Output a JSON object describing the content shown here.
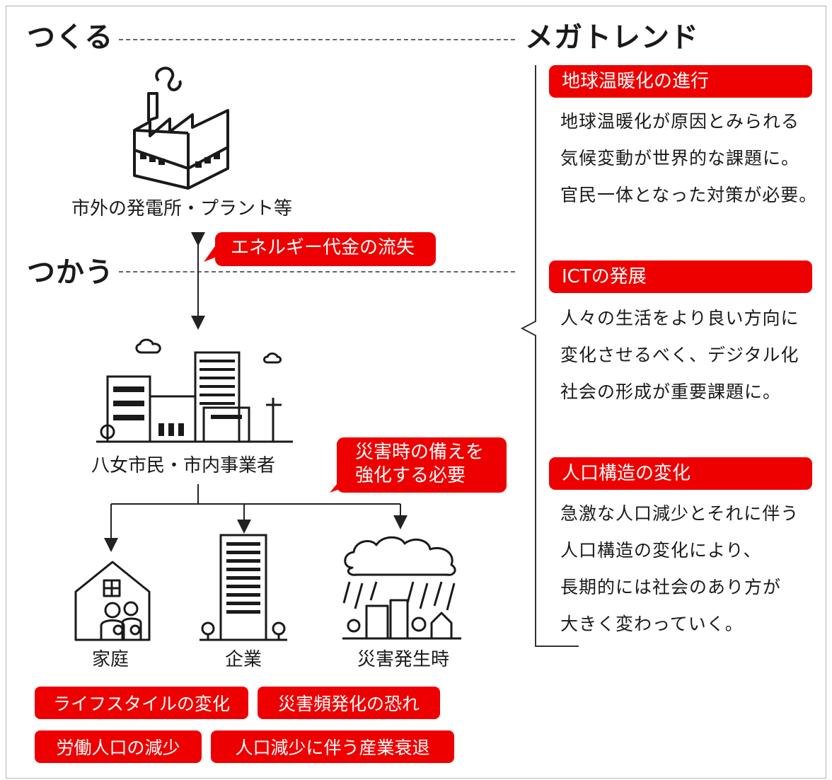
{
  "headings": {
    "make": "つくる",
    "use": "つかう",
    "megatrend": "メガトレンド"
  },
  "nodes": {
    "plant": "市外の発電所・プラント等",
    "citizens": "八女市民・市内事業者",
    "home": "家庭",
    "company": "企業",
    "disaster": "災害発生時"
  },
  "callouts": {
    "energy_outflow": "エネルギー代金の流失",
    "disaster_prep": [
      "災害時の備えを",
      "強化する必要"
    ]
  },
  "issues": [
    "ライフスタイルの変化",
    "災害頻発化の恐れ",
    "労働人口の減少",
    "人口減少に伴う産業衰退"
  ],
  "megatrends": [
    {
      "title": "地球温暖化の進行",
      "lines": [
        "地球温暖化が原因とみられる",
        "気候変動が世界的な課題に。",
        "官民一体となった対策が必要。"
      ]
    },
    {
      "title": "ICTの発展",
      "lines": [
        "人々の生活をより良い方向に",
        "変化させるべく、デジタル化",
        "社会の形成が重要課題に。"
      ]
    },
    {
      "title": "人口構造の変化",
      "lines": [
        "急激な人口減少とそれに伴う",
        "人口構造の変化により、",
        "長期的には社会のあり方が",
        "大きく変わっていく。"
      ]
    }
  ],
  "icons": {
    "factory": "factory-icon",
    "city": "city-buildings-icon",
    "house": "house-family-icon",
    "office": "office-tower-icon",
    "storm": "storm-rain-icon"
  },
  "colors": {
    "accent": "#ee0000",
    "text": "#1a1a1a",
    "line": "#333333"
  }
}
